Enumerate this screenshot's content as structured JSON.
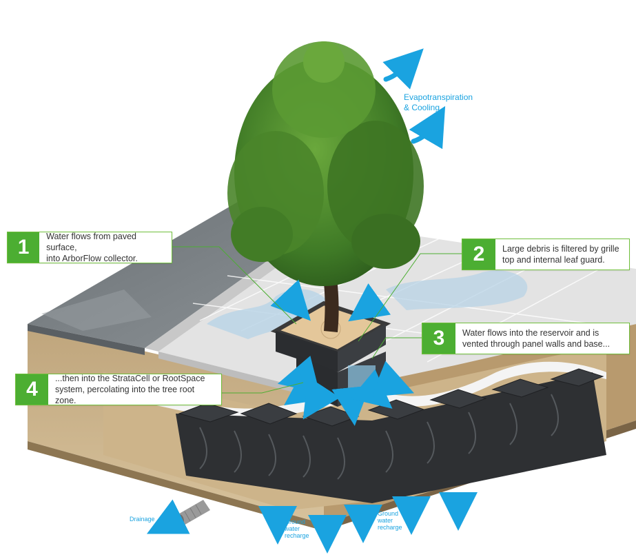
{
  "callouts": [
    {
      "number": "1",
      "line1": "Water flows from paved surface,",
      "line2": "into ArborFlow collector."
    },
    {
      "number": "2",
      "line1": "Large debris is filtered by grille",
      "line2": "top and internal leaf guard."
    },
    {
      "number": "3",
      "line1": "Water flows into the reservoir and is",
      "line2": "vented through panel walls and base..."
    },
    {
      "number": "4",
      "line1": "...then into the StrataCell or RootSpace",
      "line2": "system, percolating into the tree root zone."
    }
  ],
  "labels": {
    "evap_line1": "Evapotranspiration",
    "evap_line2": "& Cooling",
    "drainage": "Drainage",
    "recharge_a": [
      "Ground",
      "water",
      "recharge"
    ],
    "recharge_b": [
      "Ground",
      "water",
      "recharge"
    ]
  },
  "colors": {
    "accent_green": "#4cae32",
    "water_blue": "#1aa3e0",
    "soil": "#c9ad82",
    "paving": "#dcdcdc",
    "asphalt": "#7c8286",
    "cells": "#2e3033",
    "foliage": "#4f8a2c"
  }
}
